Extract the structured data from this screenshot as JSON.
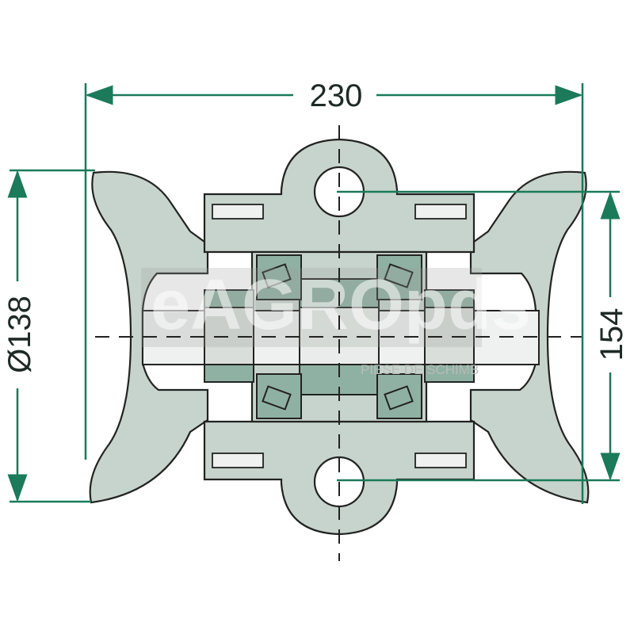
{
  "dimensions": {
    "width": "230",
    "diameter": "Ø138",
    "hole_spacing": "154"
  },
  "watermark": {
    "brand": "eAGROpds",
    "tagline": "PIESE DE SCHIMB"
  },
  "colors": {
    "dimension_line": "#1a7a5a",
    "body_fill": "#c6d4cd",
    "bearing_fill": "#8fb1a3",
    "outline": "#222222"
  }
}
